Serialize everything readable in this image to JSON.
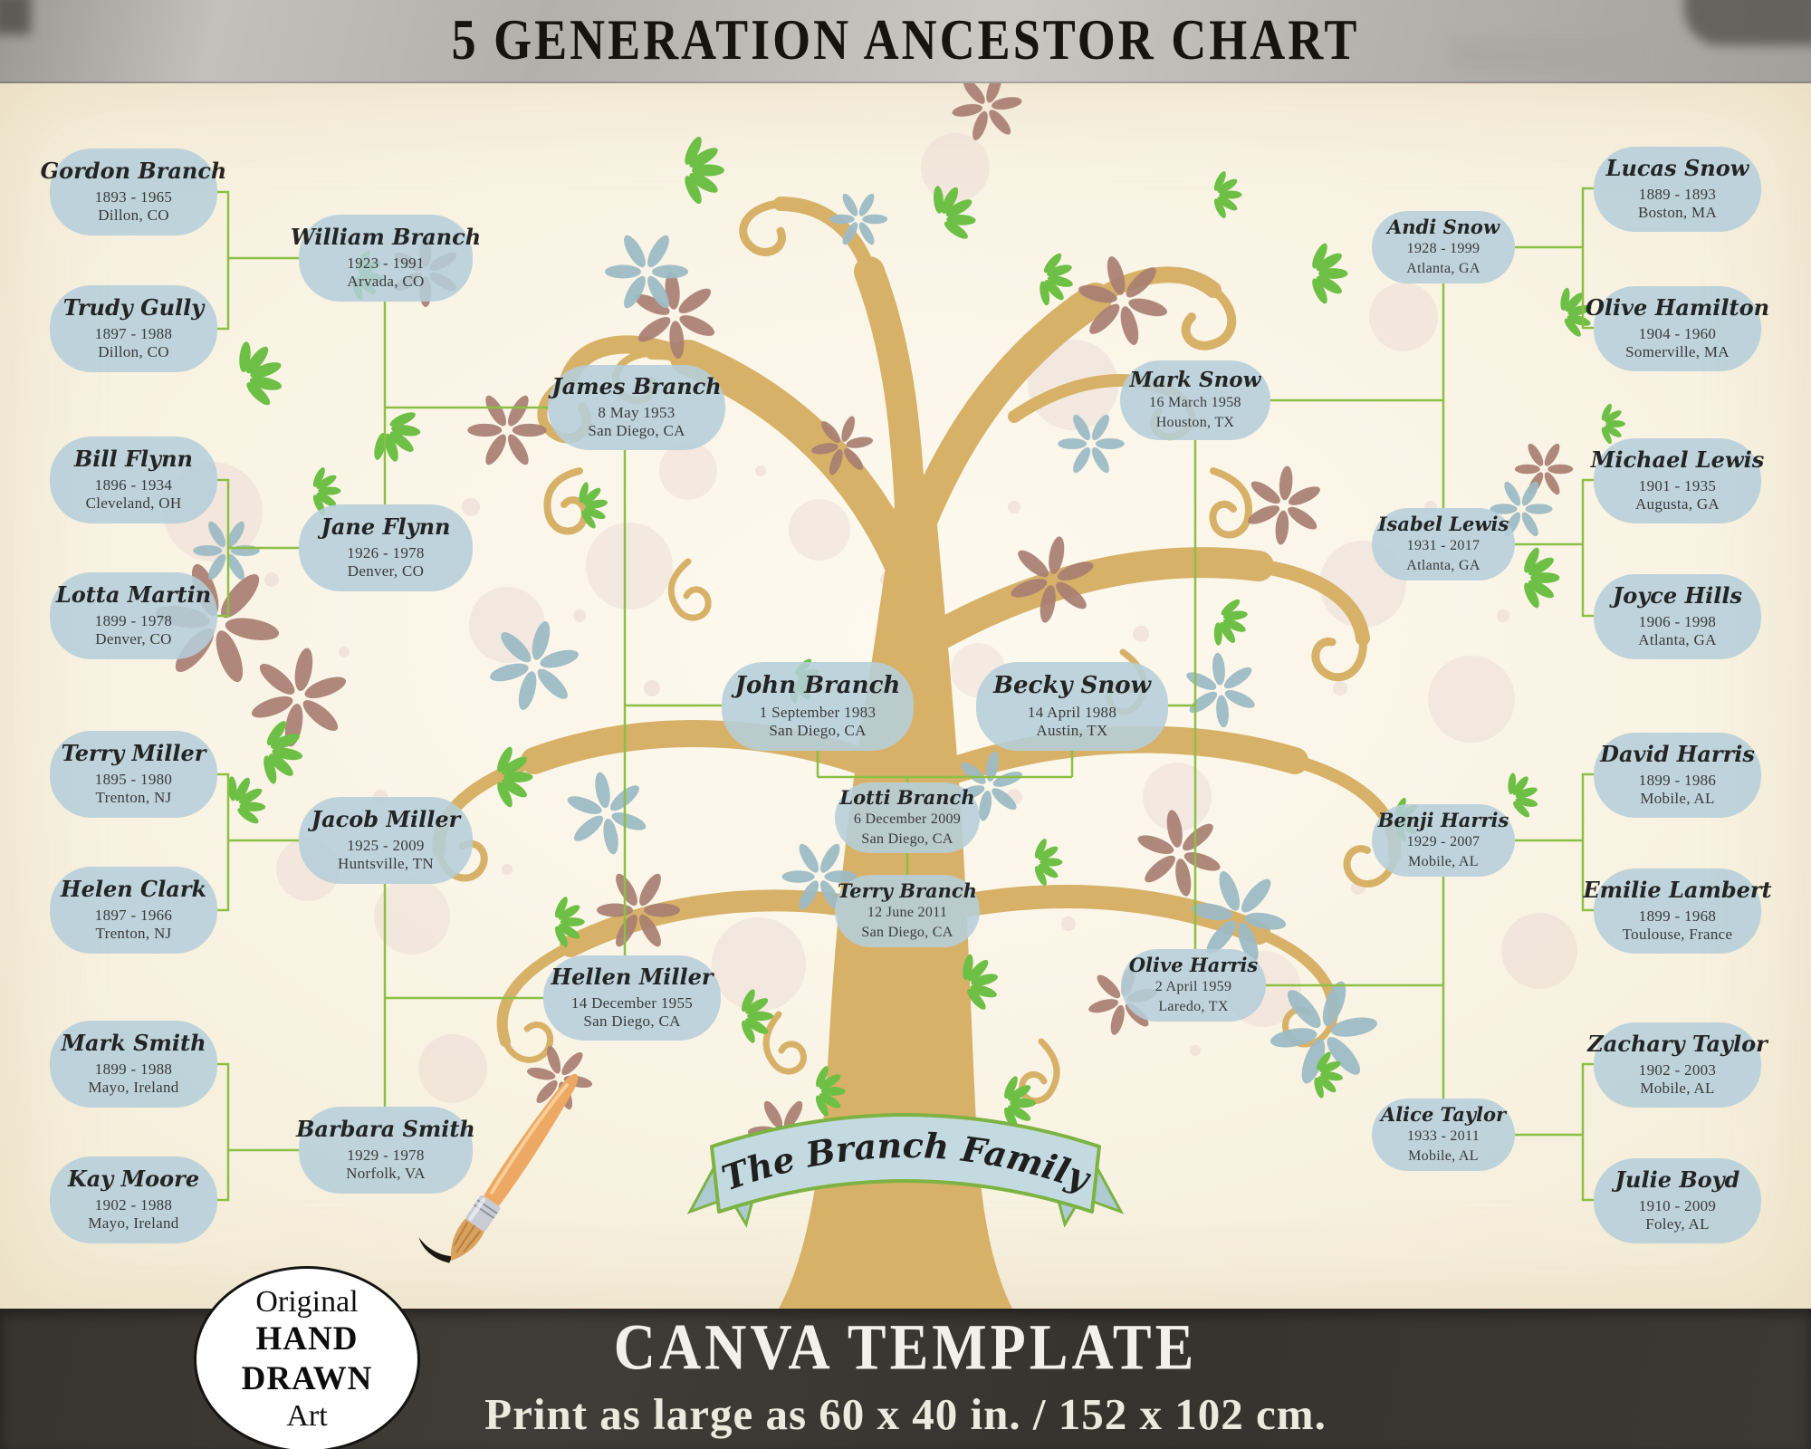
{
  "header": {
    "title": "5 GENERATION ANCESTOR CHART"
  },
  "family_banner": {
    "text": "The Branch Family"
  },
  "badge": {
    "line1": "Original",
    "line2": "HAND DRAWN",
    "line3": "Art"
  },
  "footer": {
    "title": "CANVA TEMPLATE",
    "subtitle": "Print as large as 60 x 40 in. / 152 x 102 cm."
  },
  "colors": {
    "node_fill": "#b5ced9",
    "connector_green": "#8cbf45",
    "trunk_tan": "#d8b169",
    "leaf_green": "#6ebf45",
    "flower_mauve": "#a87e72",
    "flower_blue": "#9dbbc4",
    "background_cream": "#f9f3e2",
    "ribbon_fill": "#c4dae1",
    "ribbon_border": "#7cb342"
  },
  "people": {
    "gordon": {
      "name": "Gordon Branch",
      "dates": "1893 - 1965",
      "place": "Dillon, CO"
    },
    "trudy": {
      "name": "Trudy Gully",
      "dates": "1897 - 1988",
      "place": "Dillon, CO"
    },
    "bill": {
      "name": "Bill Flynn",
      "dates": "1896 - 1934",
      "place": "Cleveland, OH"
    },
    "lotta": {
      "name": "Lotta Martin",
      "dates": "1899 - 1978",
      "place": "Denver, CO"
    },
    "terry_miller": {
      "name": "Terry Miller",
      "dates": "1895 - 1980",
      "place": "Trenton, NJ"
    },
    "helen": {
      "name": "Helen Clark",
      "dates": "1897 - 1966",
      "place": "Trenton, NJ"
    },
    "mark_smith": {
      "name": "Mark Smith",
      "dates": "1899 - 1988",
      "place": "Mayo, Ireland"
    },
    "kay": {
      "name": "Kay Moore",
      "dates": "1902 - 1988",
      "place": "Mayo, Ireland"
    },
    "william": {
      "name": "William Branch",
      "dates": "1923 - 1991",
      "place": "Arvada, CO"
    },
    "jane": {
      "name": "Jane Flynn",
      "dates": "1926 - 1978",
      "place": "Denver, CO"
    },
    "jacob": {
      "name": "Jacob Miller",
      "dates": "1925 - 2009",
      "place": "Huntsville, TN"
    },
    "barbara": {
      "name": "Barbara Smith",
      "dates": "1929 - 1978",
      "place": "Norfolk, VA"
    },
    "james": {
      "name": "James Branch",
      "dates": "8 May 1953",
      "place": "San Diego, CA"
    },
    "hellen": {
      "name": "Hellen Miller",
      "dates": "14 December 1955",
      "place": "San Diego, CA"
    },
    "john": {
      "name": "John Branch",
      "dates": "1 September 1983",
      "place": "San Diego, CA"
    },
    "becky": {
      "name": "Becky Snow",
      "dates": "14 April 1988",
      "place": "Austin, TX"
    },
    "lotti": {
      "name": "Lotti Branch",
      "dates": "6 December 2009",
      "place": "San Diego, CA"
    },
    "terry_branch": {
      "name": "Terry Branch",
      "dates": "12 June 2011",
      "place": "San Diego, CA"
    },
    "mark_snow": {
      "name": "Mark Snow",
      "dates": "16 March 1958",
      "place": "Houston, TX"
    },
    "olive_harris": {
      "name": "Olive Harris",
      "dates": "2 April 1959",
      "place": "Laredo, TX"
    },
    "andi": {
      "name": "Andi Snow",
      "dates": "1928 - 1999",
      "place": "Atlanta, GA"
    },
    "isabel": {
      "name": "Isabel Lewis",
      "dates": "1931 - 2017",
      "place": "Atlanta, GA"
    },
    "benji": {
      "name": "Benji Harris",
      "dates": "1929 - 2007",
      "place": "Mobile, AL"
    },
    "alice": {
      "name": "Alice Taylor",
      "dates": "1933 - 2011",
      "place": "Mobile, AL"
    },
    "lucas": {
      "name": "Lucas Snow",
      "dates": "1889 - 1893",
      "place": "Boston, MA"
    },
    "olive_hamilton": {
      "name": "Olive Hamilton",
      "dates": "1904 - 1960",
      "place": "Somerville, MA"
    },
    "michael": {
      "name": "Michael Lewis",
      "dates": "1901 - 1935",
      "place": "Augusta, GA"
    },
    "joyce": {
      "name": "Joyce Hills",
      "dates": "1906 - 1998",
      "place": "Atlanta, GA"
    },
    "david": {
      "name": "David Harris",
      "dates": "1899 - 1986",
      "place": "Mobile, AL"
    },
    "emilie": {
      "name": "Emilie Lambert",
      "dates": "1899 - 1968",
      "place": "Toulouse, France"
    },
    "zachary": {
      "name": "Zachary Taylor",
      "dates": "1902 - 2003",
      "place": "Mobile, AL"
    },
    "julie": {
      "name": "Julie Boyd",
      "dates": "1910 - 2009",
      "place": "Foley, AL"
    }
  }
}
